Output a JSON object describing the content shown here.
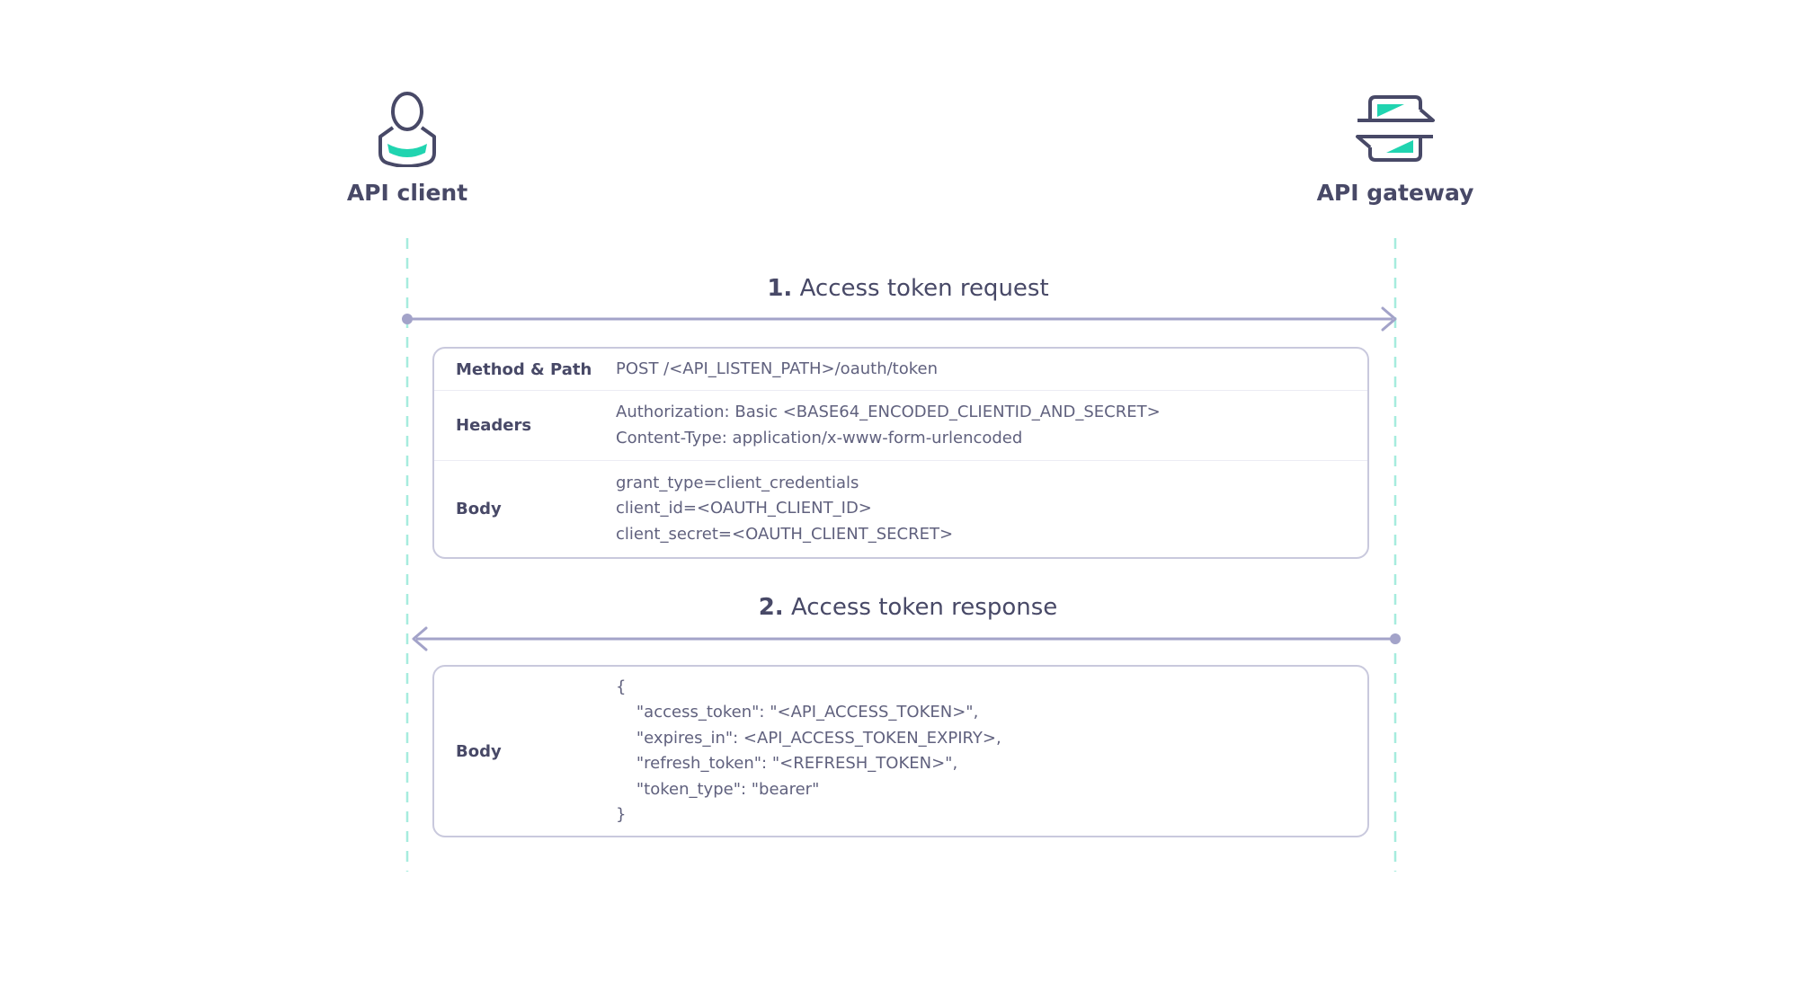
{
  "actors": {
    "client": {
      "label": "API client",
      "icon": "user-icon"
    },
    "gateway": {
      "label": "API gateway",
      "icon": "gateway-exchange-icon"
    }
  },
  "messages": [
    {
      "number": "1.",
      "title": "Access token request",
      "direction": "client-to-gateway",
      "rows": [
        {
          "label": "Method & Path",
          "value": "POST /<API_LISTEN_PATH>/oauth/token"
        },
        {
          "label": "Headers",
          "value": "Authorization: Basic <BASE64_ENCODED_CLIENTID_AND_SECRET>\nContent-Type: application/x-www-form-urlencoded"
        },
        {
          "label": "Body",
          "value": "grant_type=client_credentials\nclient_id=<OAUTH_CLIENT_ID>\nclient_secret=<OAUTH_CLIENT_SECRET>"
        }
      ]
    },
    {
      "number": "2.",
      "title": "Access token response",
      "direction": "gateway-to-client",
      "rows": [
        {
          "label": "Body",
          "value": "{\n    \"access_token\": \"<API_ACCESS_TOKEN>\",\n    \"expires_in\": <API_ACCESS_TOKEN_EXPIRY>,\n    \"refresh_token\": \"<REFRESH_TOKEN>\",\n    \"token_type\": \"bearer\"\n}"
        }
      ]
    }
  ],
  "colors": {
    "text": "#484967",
    "muted_text": "#60617e",
    "arrow": "#a3a3c9",
    "lifeline": "#a6ecde",
    "accent": "#20d4b0",
    "panel_border": "#c9c9dd"
  }
}
